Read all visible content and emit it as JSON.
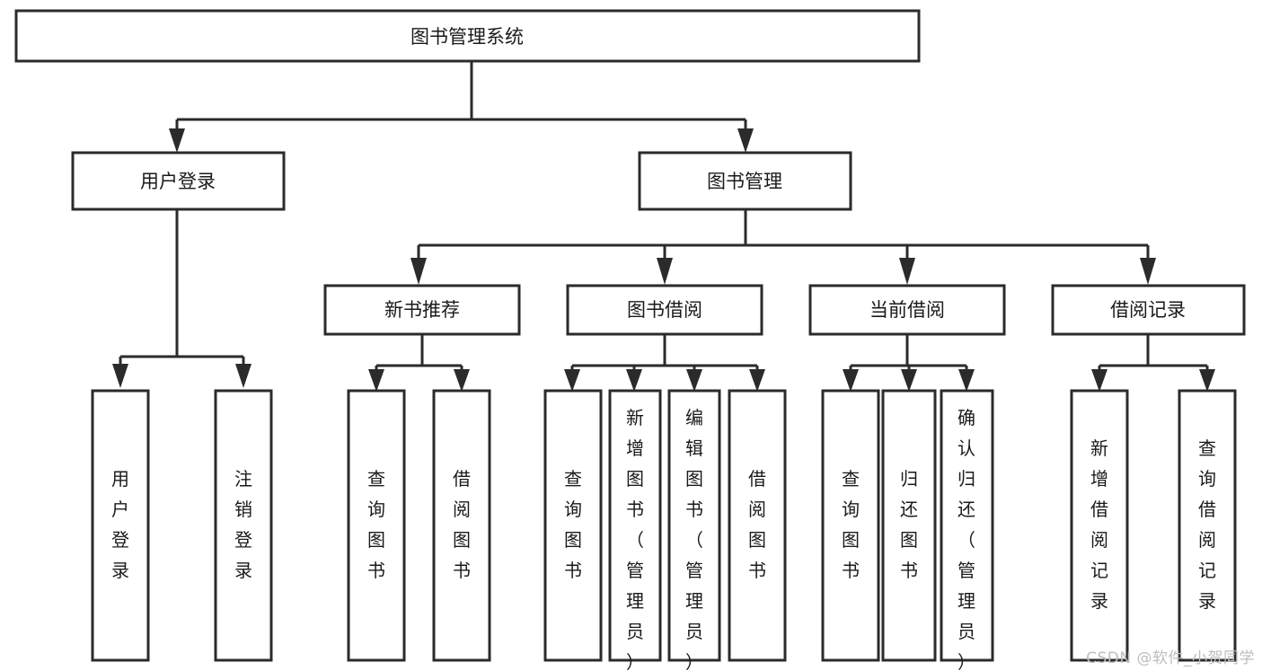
{
  "diagram": {
    "type": "tree-hierarchy-chart",
    "title": "图书管理系统",
    "watermark": "CSDN @软件_小贺同学",
    "nodes": {
      "root": {
        "label": "图书管理系统"
      },
      "level2": [
        {
          "id": "user-login",
          "label": "用户登录"
        },
        {
          "id": "book-manage",
          "label": "图书管理"
        }
      ],
      "level3": [
        {
          "id": "new-book-recommend",
          "label": "新书推荐"
        },
        {
          "id": "book-borrow",
          "label": "图书借阅"
        },
        {
          "id": "current-borrow",
          "label": "当前借阅"
        },
        {
          "id": "borrow-record",
          "label": "借阅记录"
        }
      ],
      "leaves": {
        "user-login": [
          {
            "id": "leaf-user-login",
            "label": "用户登录"
          },
          {
            "id": "leaf-logout-login",
            "label": "注销登录"
          }
        ],
        "new-book-recommend": [
          {
            "id": "leaf-query-book-1",
            "label": "查询图书"
          },
          {
            "id": "leaf-borrow-book-1",
            "label": "借阅图书"
          }
        ],
        "book-borrow": [
          {
            "id": "leaf-query-book-2",
            "label": "查询图书"
          },
          {
            "id": "leaf-add-book",
            "label": "新增图书（管理员）"
          },
          {
            "id": "leaf-edit-book",
            "label": "编辑图书（管理员）"
          },
          {
            "id": "leaf-borrow-book-2",
            "label": "借阅图书"
          }
        ],
        "current-borrow": [
          {
            "id": "leaf-query-book-3",
            "label": "查询图书"
          },
          {
            "id": "leaf-return-book",
            "label": "归还图书"
          },
          {
            "id": "leaf-confirm-return",
            "label": "确认归还（管理员）"
          }
        ],
        "borrow-record": [
          {
            "id": "leaf-add-record",
            "label": "新增借阅记录"
          },
          {
            "id": "leaf-query-record",
            "label": "查询借阅记录"
          }
        ]
      }
    },
    "colors": {
      "box_stroke": "#2b2b2b",
      "box_fill": "#ffffff",
      "text": "#1a1a1a",
      "background": "#ffffff",
      "watermark": "#bdbdbd"
    }
  }
}
